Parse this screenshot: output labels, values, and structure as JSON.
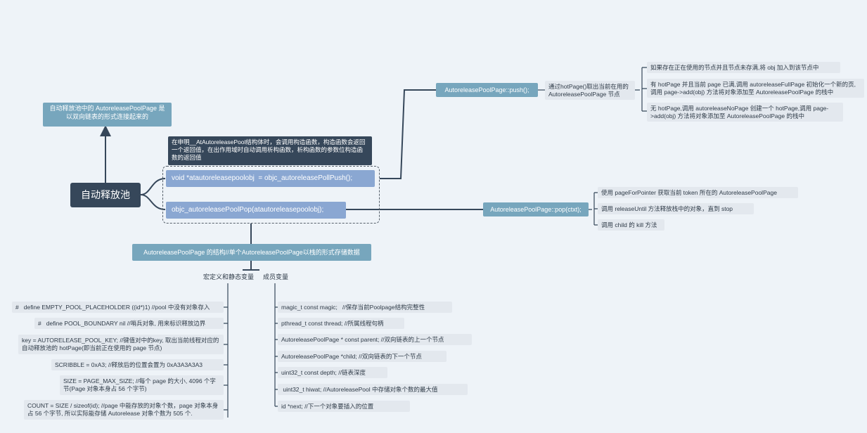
{
  "root": {
    "label": "自动释放池"
  },
  "top_note": "自动释放池中的 AutoreleasePoolPage 是以双向链表的形式连接起来的",
  "constructor_note": "在申明__AtAutoreleasePool结构体时，会调用构造函数，构造函数会返回一个返回值，在出作用域时自动调用析构函数，析构函数的参数位构造函数的返回值",
  "push_call": "void *atautoreleasepoolobj  = objc_autoreleasePollPush();",
  "pop_call": "objc_autoreleasePoolPop(atautoreleasepoolobj);",
  "push_node": {
    "label": "AutoreleasePoolPage::push();",
    "hotpage": "通过hotPage()取出当前在用的AutoreleasePoolPage 节点",
    "cases": [
      "如果存在正在使用的节点并且节点未存满,将 obj 加入到该节点中",
      "有 hotPage 并且当前 page 已满,调用 autoreleaseFullPage 初始化一个新的页,调用 page->add(obj) 方法将对象添加至 AutoreleasePoolPage 的栈中",
      "无 hotPage,调用 autoreleaseNoPage 创建一个 hotPage,调用 page->add(obj) 方法将对象添加至 AutoreleasePoolPage 的栈中"
    ]
  },
  "pop_node": {
    "label": "AutoreleasePoolPage::pop(ctxt);",
    "steps": [
      "使用 pageForPointer 获取当前 token 所在的 AutoreleasePoolPage",
      "调用 releaseUntil 方法释放栈中的对象，直到 stop",
      "调用 child 的 kill 方法"
    ]
  },
  "structure_node": "AutoreleasePoolPage 的结构//单个AutoreleasePoolPage以栈的形式存储数据",
  "macros": {
    "label": "宏定义和静态变量",
    "items": [
      "#   define EMPTY_POOL_PLACEHOLDER ((id*)1) //pool 中没有对象存入",
      "#   define POOL_BOUNDARY nil //哨兵对象, 用来标识释放边界",
      "key = AUTORELEASE_POOL_KEY; //键值对中的key, 取出当前线程对应的自动释放池的 hotPage(即当前正在使用的 page 节点)",
      "SCRIBBLE = 0xA3; //释放后的位置会置为 0xA3A3A3A3",
      "SIZE = PAGE_MAX_SIZE; //每个 page 的大小, 4096 个字节(Page 对象本身占 56 个字节)",
      "COUNT = SIZE / sizeof(id); //page 中能存放的对象个数，page 对象本身占 56 个字节, 所以实际能存储 Autorelease 对象个数为 505 个."
    ]
  },
  "members": {
    "label": "成员变量",
    "items": [
      "magic_t const magic;   //保存当前Poolpage结构完整性",
      "pthread_t const thread; //所属线程句柄",
      "AutoreleasePoolPage * const parent; //双向链表的上一个节点",
      "AutoreleasePoolPage *child; //双向链表的下一个节点",
      "uint32_t const depth; //链表深度",
      " uint32_t hiwat; //AutoreleasePool 中存储对象个数的最大值",
      "id *next; //下一个对象要插入的位置"
    ]
  }
}
